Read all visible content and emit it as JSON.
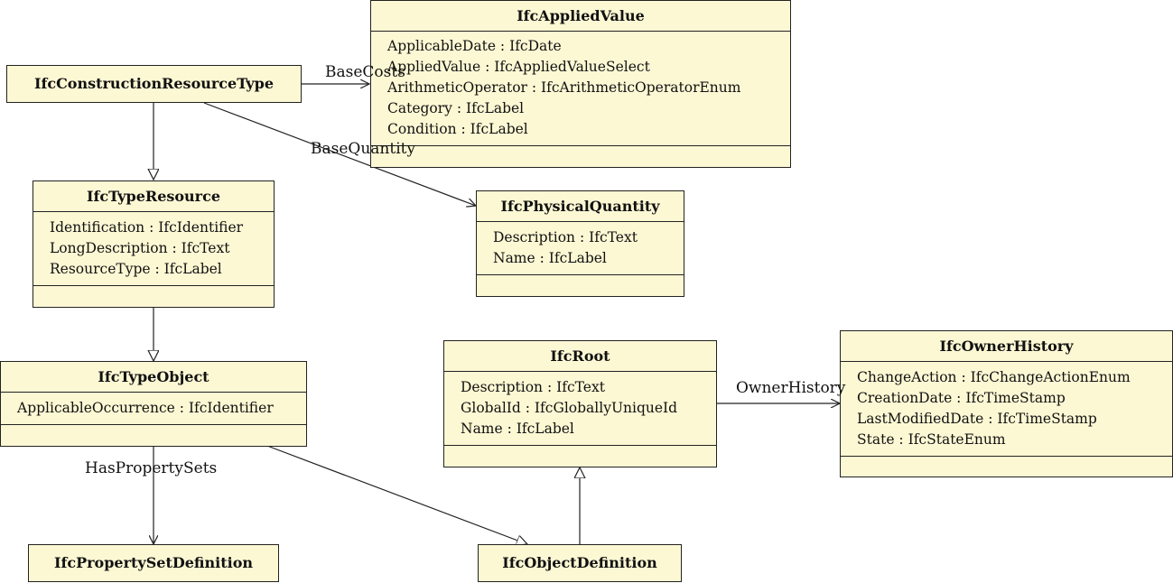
{
  "classes": {
    "applied_value": {
      "name": "IfcAppliedValue",
      "attributes": [
        "ApplicableDate : IfcDate",
        "AppliedValue : IfcAppliedValueSelect",
        "ArithmeticOperator : IfcArithmeticOperatorEnum",
        "Category : IfcLabel",
        "Condition : IfcLabel"
      ]
    },
    "construction_resource_type": {
      "name": "IfcConstructionResourceType"
    },
    "type_resource": {
      "name": "IfcTypeResource",
      "attributes": [
        "Identification : IfcIdentifier",
        "LongDescription : IfcText",
        "ResourceType : IfcLabel"
      ]
    },
    "physical_quantity": {
      "name": "IfcPhysicalQuantity",
      "attributes": [
        "Description : IfcText",
        "Name : IfcLabel"
      ]
    },
    "type_object": {
      "name": "IfcTypeObject",
      "attributes": [
        "ApplicableOccurrence : IfcIdentifier"
      ]
    },
    "root": {
      "name": "IfcRoot",
      "attributes": [
        "Description : IfcText",
        "GlobalId : IfcGloballyUniqueId",
        "Name : IfcLabel"
      ]
    },
    "owner_history": {
      "name": "IfcOwnerHistory",
      "attributes": [
        "ChangeAction : IfcChangeActionEnum",
        "CreationDate : IfcTimeStamp",
        "LastModifiedDate : IfcTimeStamp",
        "State : IfcStateEnum"
      ]
    },
    "property_set_definition": {
      "name": "IfcPropertySetDefinition"
    },
    "object_definition": {
      "name": "IfcObjectDefinition"
    }
  },
  "associations": {
    "base_costs": "BaseCosts",
    "base_quantity": "BaseQuantity",
    "owner_history": "OwnerHistory",
    "has_property_sets": "HasPropertySets"
  },
  "colors": {
    "class_fill": "#fdf8d4",
    "line": "#222222"
  }
}
